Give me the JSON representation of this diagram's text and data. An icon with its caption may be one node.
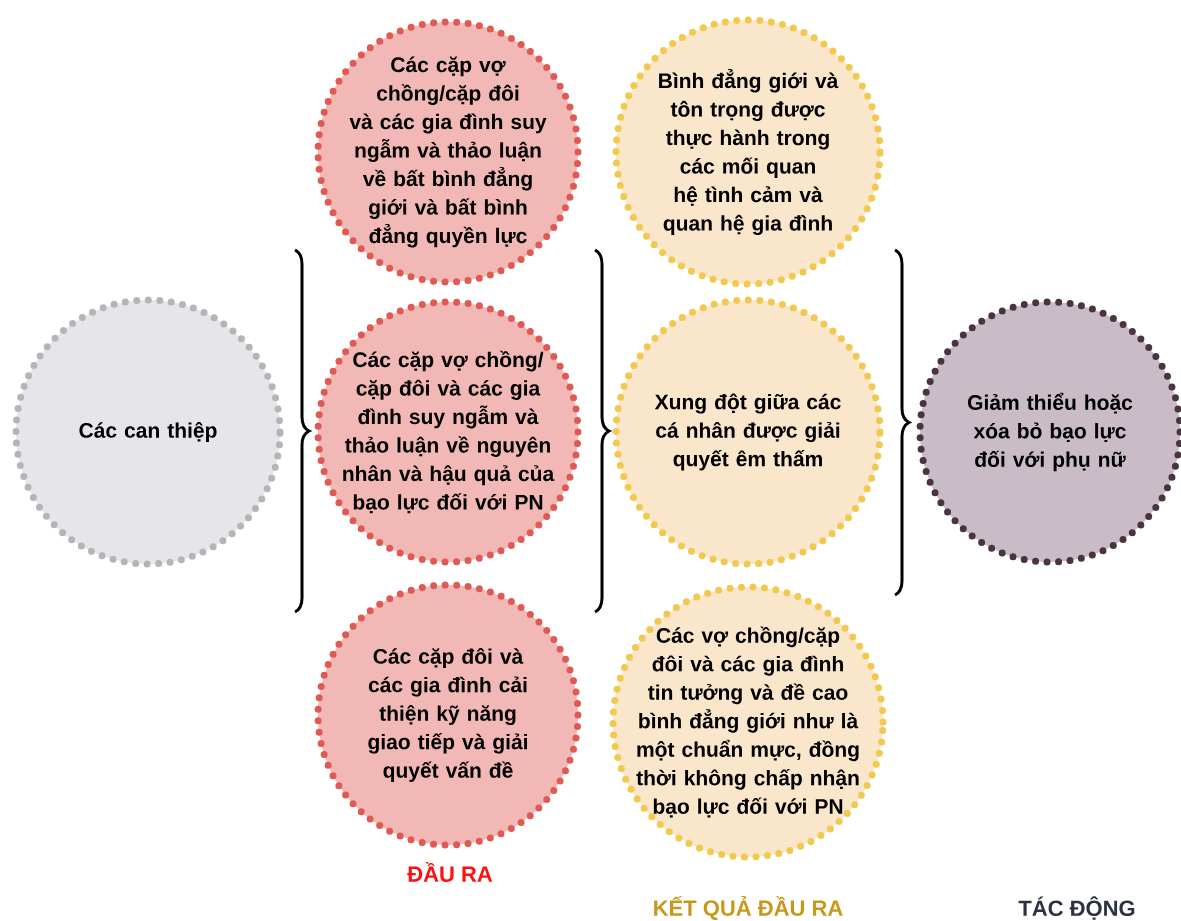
{
  "diagram": {
    "nodes": [
      {
        "text": [
          "Các can thiệp"
        ]
      },
      {
        "text": [
          "Các cặp vợ chồng/cặp đôi và các gia đình suy ngẫm và thảo luận về bất bình đẳng giới và bất bình đẳng quyền lực"
        ]
      },
      {
        "text": [
          "Các cặp vợ chồng/ cặp đôi và các gia đình suy ngẫm và thảo luận về nguyên nhân và hậu quả của bạo lực đối với PN"
        ]
      },
      {
        "text": [
          "Các cặp đôi và các gia đình cải thiện kỹ năng giao tiếp và giải quyết vấn đề"
        ]
      },
      {
        "text": [
          "Bình đẳng giới và tôn trọng được thực hành trong các mối quan hệ tình cảm và quan hệ gia đình"
        ]
      },
      {
        "text": [
          "Xung đột giữa các cá nhân được giải quyết êm thấm"
        ]
      },
      {
        "text": [
          "Các vợ chồng/cặp đôi và các gia đình tin tưởng và đề cao bình đẳng giới như là một chuẩn mực, đồng thời không chấp nhận bạo lực đối với PN"
        ]
      },
      {
        "text": [
          "Giảm thiểu hoặc xóa bỏ bạo lực đối với phụ nữ"
        ]
      }
    ],
    "labels": [
      "ĐẦU RA",
      "KẾT QUẢ ĐẦU RA",
      "TÁC ĐỘNG"
    ]
  }
}
